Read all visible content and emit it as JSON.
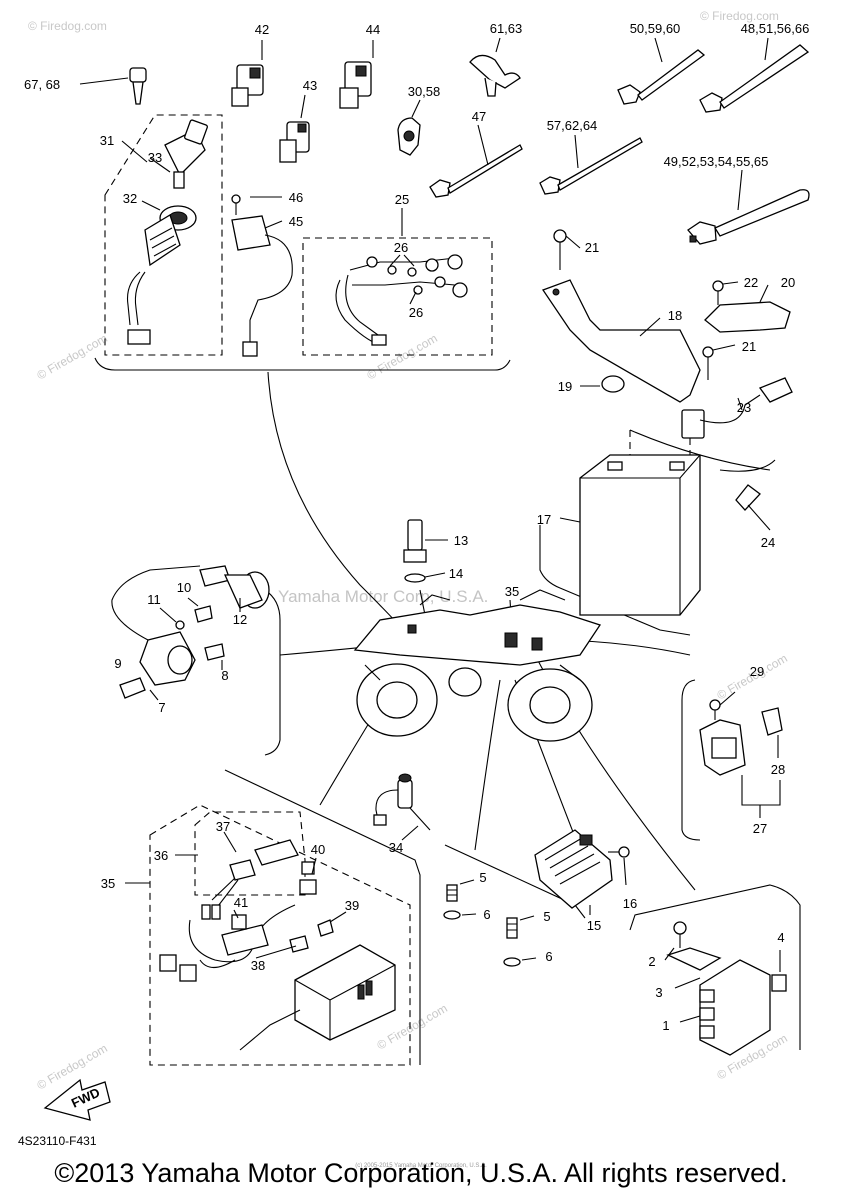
{
  "diagram": {
    "callouts": {
      "c42": "42",
      "c44": "44",
      "c6163": "61,63",
      "c505960": "50,59,60",
      "c48515666": "48,51,56,66",
      "c6768": "67, 68",
      "c43": "43",
      "c3058": "30,58",
      "c47": "47",
      "c576264": "57,62,64",
      "c31": "31",
      "c33": "33",
      "c32": "32",
      "c46": "46",
      "c45": "45",
      "c25": "25",
      "c26a": "26",
      "c26b": "26",
      "c495253": "49,52,53,54,55,65",
      "c21a": "21",
      "c22": "22",
      "c20": "20",
      "c18": "18",
      "c21b": "21",
      "c19": "19",
      "c23": "23",
      "c17": "17",
      "c24": "24",
      "c13": "13",
      "c14": "14",
      "c35a": "35",
      "c10": "10",
      "c11": "11",
      "c12": "12",
      "c9": "9",
      "c8": "8",
      "c7": "7",
      "c29": "29",
      "c28": "28",
      "c27": "27",
      "c37": "37",
      "c36": "36",
      "c40": "40",
      "c35b": "35",
      "c34": "34",
      "c41": "41",
      "c39": "39",
      "c38": "38",
      "c5a": "5",
      "c6a": "6",
      "c5b": "5",
      "c6b": "6",
      "c15": "15",
      "c16": "16",
      "c4": "4",
      "c2": "2",
      "c3": "3",
      "c1": "1"
    },
    "watermarks": {
      "firedog": "© Firedog.com",
      "yamaha": "Yamaha Motor Corp, U.S.A.",
      "fwd": "FWD"
    },
    "diagram_code": "4S23110-F431",
    "tiny_copyright": "(c) 2005-2015 Yamaha Motor Corporation, U.S.A.",
    "copyright": "©2013 Yamaha Motor Corporation, U.S.A. All rights reserved."
  }
}
